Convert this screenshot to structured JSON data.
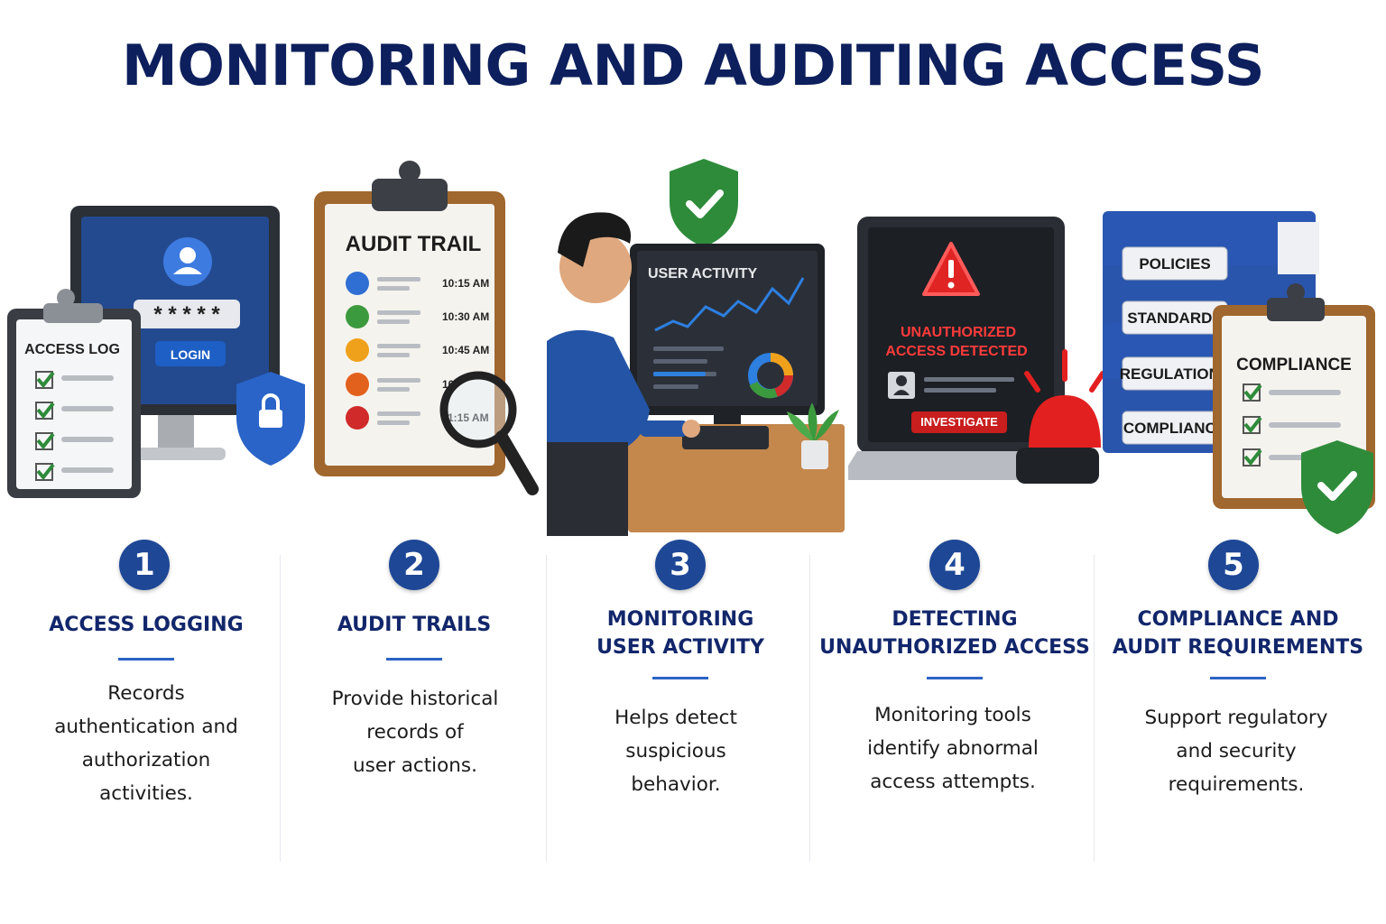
{
  "title": "MONITORING AND AUDITING ACCESS",
  "illustrations": {
    "access_log": {
      "clipboard_title": "ACCESS LOG",
      "password_mask": "* * * * *",
      "login_button": "LOGIN"
    },
    "audit_trail": {
      "clipboard_title": "AUDIT TRAIL",
      "times": [
        "10:15 AM",
        "10:30 AM",
        "10:45 AM",
        "10:",
        "11:15 AM"
      ]
    },
    "user_activity": {
      "screen_title": "USER ACTIVITY"
    },
    "unauthorized": {
      "alert_line1": "UNAUTHORIZED",
      "alert_line2": "ACCESS DETECTED",
      "investigate_button": "INVESTIGATE"
    },
    "compliance": {
      "binders": [
        "POLICIES",
        "STANDARDS",
        "REGULATIONS",
        "COMPLIANCE"
      ],
      "clipboard_title": "COMPLIANCE"
    }
  },
  "steps": [
    {
      "number": "1",
      "heading": "ACCESS LOGGING",
      "description": "Records\nauthentication and\nauthorization\nactivities."
    },
    {
      "number": "2",
      "heading": "AUDIT TRAILS",
      "description": "Provide historical\nrecords of\nuser actions."
    },
    {
      "number": "3",
      "heading": "MONITORING\nUSER ACTIVITY",
      "description": "Helps detect\nsuspicious\nbehavior."
    },
    {
      "number": "4",
      "heading": "DETECTING\nUNAUTHORIZED ACCESS",
      "description": "Monitoring tools\nidentify abnormal\naccess attempts."
    },
    {
      "number": "5",
      "heading": "COMPLIANCE AND\nAUDIT REQUIREMENTS",
      "description": "Support regulatory\nand security\nrequirements."
    }
  ],
  "colors": {
    "navy": "#0d1f5c",
    "badge": "#1e4796",
    "accent_rule": "#2d63c4",
    "green": "#2e8b3a",
    "red": "#d32424"
  }
}
